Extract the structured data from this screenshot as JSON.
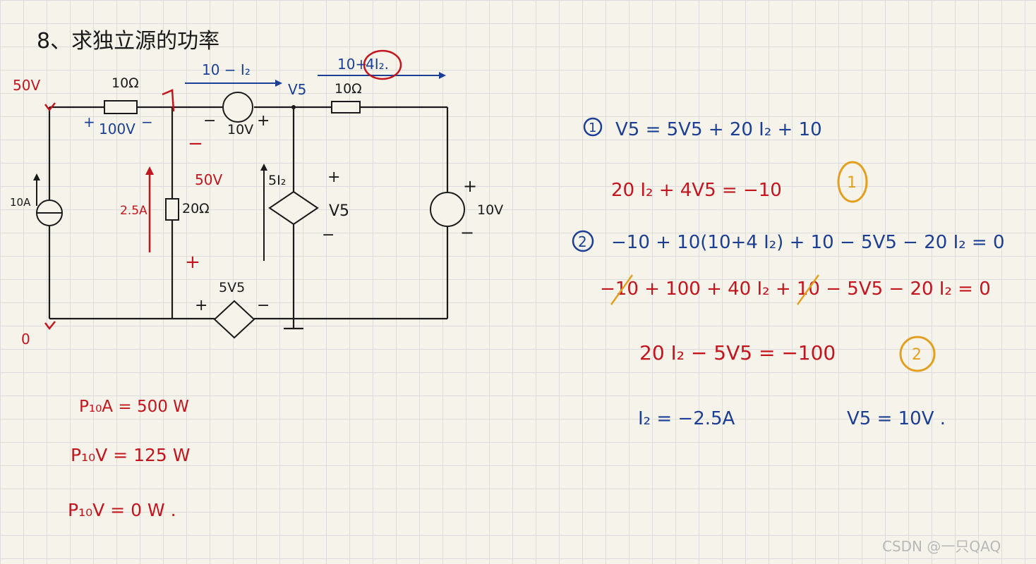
{
  "title": "8、求独立源的功率",
  "circuit": {
    "node_top_left_voltage": "50V",
    "node_bottom_voltage": "0",
    "resistor_top_left": "10Ω",
    "resistor_top_left_plus": "+",
    "resistor_top_left_voltage": "100V",
    "resistor_top_left_minus": "−",
    "resistor_top_right": "10Ω",
    "resistor_middle": "20Ω",
    "resistor_middle_current": "2.5A",
    "resistor_middle_voltage": "50V",
    "resistor_middle_plus": "+",
    "resistor_middle_minus": "−",
    "current_source_left": "10A",
    "voltage_source_top": "10V",
    "voltage_source_top_minus": "−",
    "voltage_source_top_plus": "+",
    "current_arrow_top_left": "10 − I₂",
    "node_vs": "V5",
    "current_arrow_top_right_a": "10+",
    "current_arrow_top_right_b": "4I₂.",
    "dependent_current_source": "5I₂",
    "dependent_source_v_plus": "+",
    "dependent_source_v_label": "V5",
    "dependent_source_v_minus": "−",
    "dependent_voltage_source": "5V5",
    "dependent_voltage_source_plus": "+",
    "dependent_voltage_source_minus": "−",
    "voltage_source_right": "10V",
    "voltage_source_right_plus": "+",
    "voltage_source_right_minus": "−"
  },
  "powers": {
    "p1": "P₁₀A = 500 W",
    "p2": "P₁₀V = 125 W",
    "p3": "P₁₀V = 0 W ."
  },
  "equations": {
    "eq1_marker": "1",
    "eq1": "V5 = 5V5 + 20 I₂ + 10",
    "eq1b": "20 I₂ + 4V5 = −10",
    "eq1b_tag": "1",
    "eq2_marker": "2",
    "eq2": "−10 + 10(10+4 I₂) + 10 − 5V5 − 20 I₂ = 0",
    "eq2b": "−10 + 100 + 40 I₂ + 10 − 5V5 − 20 I₂ = 0",
    "eq2c": "20 I₂ − 5V5 = −100",
    "eq2c_tag": "2",
    "result_i": "I₂ = −2.5A",
    "result_v": "V5 = 10V ."
  },
  "watermark": "CSDN @一只QAQ",
  "colors": {
    "ink": "#1a1a1a",
    "red": "#c4141e",
    "blue": "#1c3f95",
    "orange": "#e3a020",
    "paper": "#f6f4ea",
    "grid": "#dcdcdc"
  }
}
